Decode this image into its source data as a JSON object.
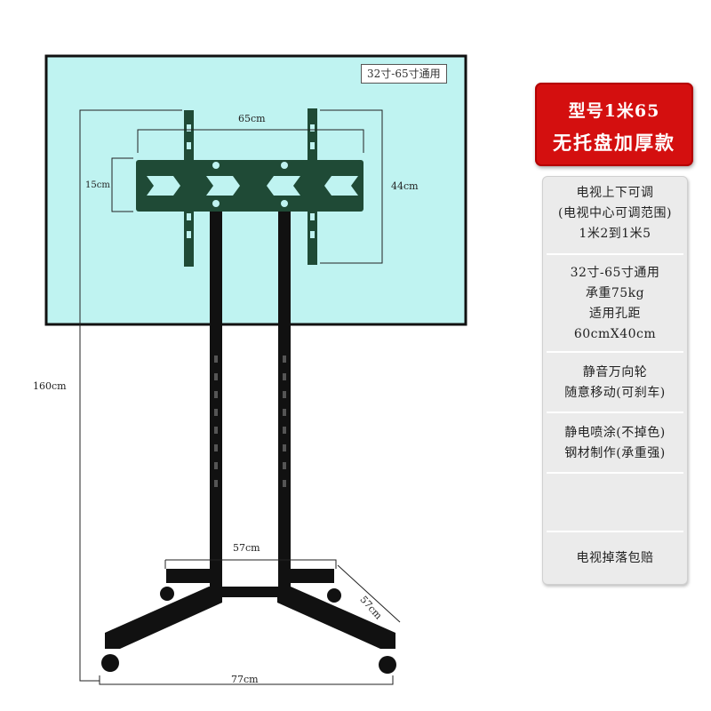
{
  "illustration": {
    "tv_size_label": "32寸-65寸通用",
    "dimensions": {
      "bracket_width": "65cm",
      "bracket_height": "15cm",
      "vesa_height": "44cm",
      "total_height": "160cm",
      "base_inner_width": "57cm",
      "base_depth": "57cm",
      "base_outer_width": "77cm"
    },
    "colors": {
      "screen": "#bff3f1",
      "bracket": "#1f4a36",
      "pole": "#111111"
    }
  },
  "badge": {
    "model": "型号1米65",
    "variant": "无托盘加厚款",
    "color": "#d40f0f"
  },
  "specs": {
    "height_adjust": [
      "电视上下可调",
      "(电视中心可调范围)",
      "1米2到1米5"
    ],
    "capacity": [
      "32寸-65寸通用",
      "承重75kg",
      "适用孔距",
      "60cmX40cm"
    ],
    "wheels": [
      "静音万向轮",
      "随意移动(可刹车)"
    ],
    "material": [
      "静电喷涂(不掉色)",
      "钢材制作(承重强)"
    ],
    "guarantee": "电视掉落包赔"
  }
}
